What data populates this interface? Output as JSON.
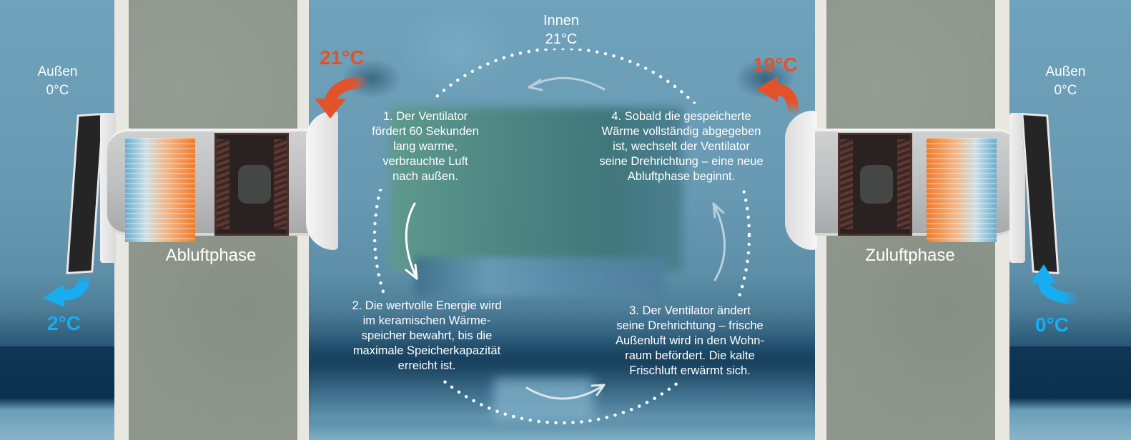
{
  "labels": {
    "outside_left": {
      "title": "Außen",
      "temp": "0°C"
    },
    "outside_right": {
      "title": "Außen",
      "temp": "0°C"
    },
    "inside": {
      "title": "Innen",
      "temp": "21°C"
    }
  },
  "temperatures": {
    "left_indoor_warm": "21°C",
    "left_outdoor_out": "2°C",
    "right_indoor_in": "19°C",
    "right_outdoor_in": "0°C"
  },
  "phases": {
    "left": "Abluftphase",
    "right": "Zuluftphase"
  },
  "steps": [
    {
      "number": "1",
      "lines": [
        "1. Der Ventilator",
        "fördert 60 Sekunden",
        "lang warme,",
        "verbrauchte Luft",
        "nach außen."
      ]
    },
    {
      "number": "2",
      "lines": [
        "2. Die wertvolle Energie wird",
        "im keramischen Wärme-",
        "speicher bewahrt, bis die",
        "maximale Speicherkapazität",
        "erreicht ist."
      ]
    },
    {
      "number": "3",
      "lines": [
        "3. Der Ventilator ändert",
        "seine Drehrichtung – frische",
        "Außenluft wird in den Wohn-",
        "raum befördert. Die kalte",
        "Frischluft erwärmt sich."
      ]
    },
    {
      "number": "4",
      "lines": [
        "4. Sobald die gespeicherte",
        "Wärme vollständig abgegeben",
        "ist, wechselt der Ventilator",
        "seine Drehrichtung – eine neue",
        "Abluftphase beginnt."
      ]
    }
  ],
  "icons": {
    "warm_arrow": "curved-arrow-warm",
    "cold_arrow": "curved-arrow-cold",
    "cycle_arrow": "cycle-arrow"
  },
  "colors": {
    "warm": "#e4522a",
    "cold": "#16aef0",
    "text": "#ffffff",
    "concrete": "#8f978d"
  }
}
